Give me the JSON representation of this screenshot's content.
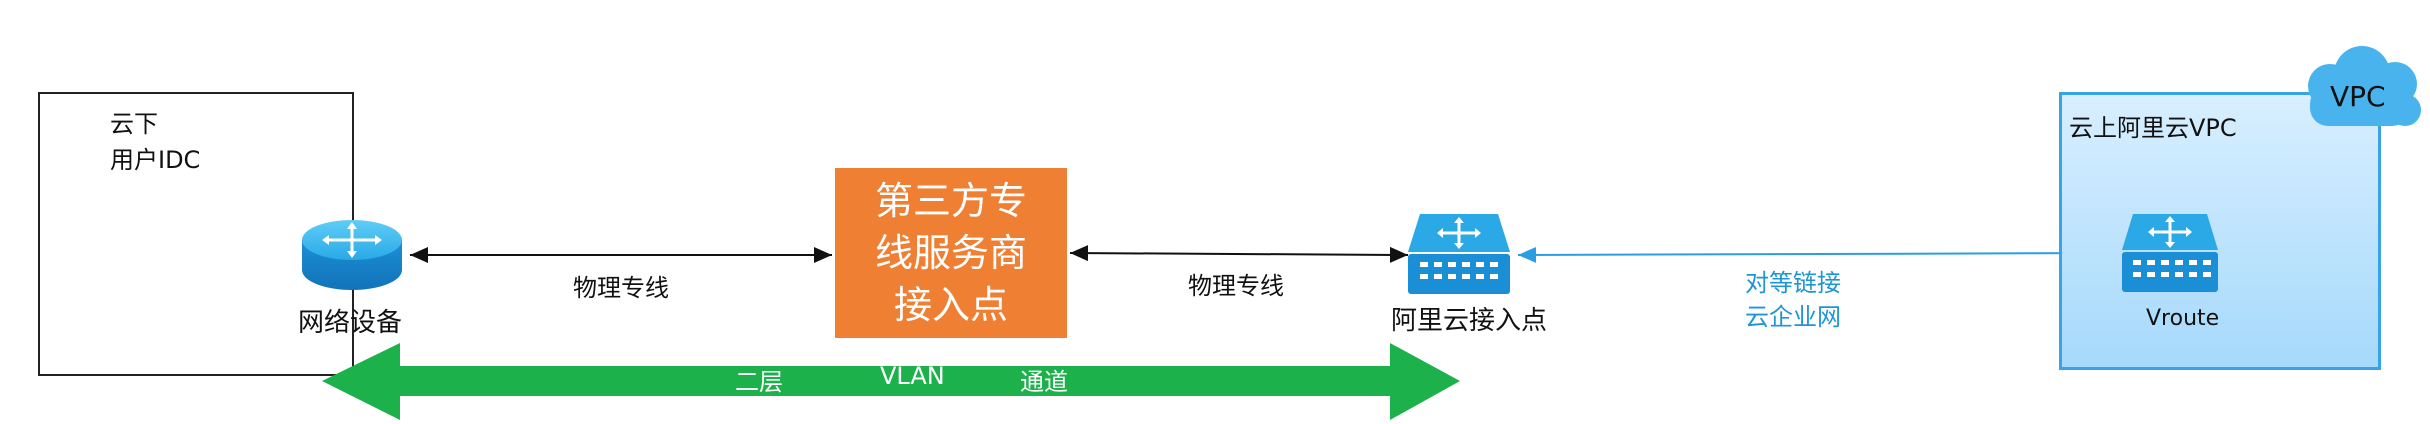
{
  "idc": {
    "line1": "云下",
    "line2": "用户IDC"
  },
  "router": {
    "label": "网络设备",
    "icon": "router-icon"
  },
  "vendor": {
    "line1": "第三方专",
    "line2": "线服务商",
    "line3": "接入点",
    "color": "#ee7f33"
  },
  "links": {
    "left": "物理专线",
    "right": "物理专线"
  },
  "access_point": {
    "label": "阿里云接入点",
    "icon": "switch-icon"
  },
  "peering": {
    "line1": "对等链接",
    "line2": "云企业网",
    "color": "#1e96d6"
  },
  "vpc": {
    "title": "云上阿里云VPC",
    "cloud_label": "VPC",
    "vroute": "Vroute",
    "border_color": "#38a4e6"
  },
  "band": {
    "word1": "二层",
    "word2": "VLAN",
    "word3": "通道",
    "color": "#1db14b"
  }
}
